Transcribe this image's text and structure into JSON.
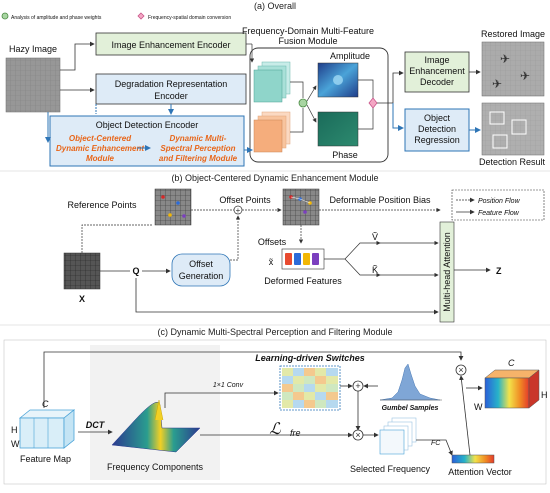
{
  "panel_a": {
    "caption": "(a) Overall",
    "legend_analysis": "Analysis of amplitude and phase weights",
    "legend_conversion": "Frequency-spatial domain conversion",
    "hazy_image_label": "Hazy Image",
    "enhancement_encoder": "Image Enhancement Encoder",
    "degradation_encoder_line1": "Degradation Representation",
    "degradation_encoder_line2": "Encoder",
    "object_detection_encoder": "Object Detection Encoder",
    "ocdem_line1": "Object-Centered",
    "ocdem_line2": "Dynamic Enhancement",
    "ocdem_line3": "Module",
    "dmspf_line1": "Dynamic Multi-",
    "dmspf_line2": "Spectral Perception",
    "dmspf_line3": "and Filtering Module",
    "fusion_title_line1": "Frequency-Domain Multi-Feature",
    "fusion_title_line2": "Fusion Module",
    "amplitude": "Amplitude",
    "phase": "Phase",
    "decoder_line1": "Image",
    "decoder_line2": "Enhancement",
    "decoder_line3": "Decoder",
    "regression_line1": "Object",
    "regression_line2": "Detection",
    "regression_line3": "Regression",
    "restored_label": "Restored Image",
    "detection_label": "Detection Result"
  },
  "panel_b": {
    "caption": "(b) Object-Centered Dynamic Enhancement Module",
    "reference_points": "Reference Points",
    "offset_points": "Offset Points",
    "deformable_bias": "Deformable Position Bias",
    "position_flow": "Position Flow",
    "feature_flow": "Feature Flow",
    "offsets": "Offsets",
    "x_tilde": "x̃",
    "deformed_features": "Deformed Features",
    "v_tilde": "Ṽ",
    "k_tilde": "K̃",
    "offset_generation_line1": "Offset",
    "offset_generation_line2": "Generation",
    "q": "Q",
    "x": "X",
    "z": "Z",
    "mha": "Multi-head Attention"
  },
  "panel_c": {
    "caption": "(c) Dynamic Multi-Spectral Perception and Filtering Module",
    "learning_switches": "Learning-driven Switches",
    "conv": "1×1 Conv",
    "gumbel": "Gumbel Samples",
    "loss": "ℒ",
    "loss_sub": "fre",
    "dct": "DCT",
    "c": "C",
    "h": "H",
    "w": "W",
    "feature_map": "Feature Map",
    "frequency_components": "Frequency Components",
    "selected_frequency": "Selected Frequency",
    "fc": "FC",
    "attention_vector": "Attention Vector",
    "c_out": "C",
    "h_out": "H",
    "w_out": "W"
  },
  "colors": {
    "green_box": "#e2f0d9",
    "blue_box": "#deebf7",
    "accent_orange": "#e8661a",
    "arrow_blue": "#2e75b6"
  }
}
